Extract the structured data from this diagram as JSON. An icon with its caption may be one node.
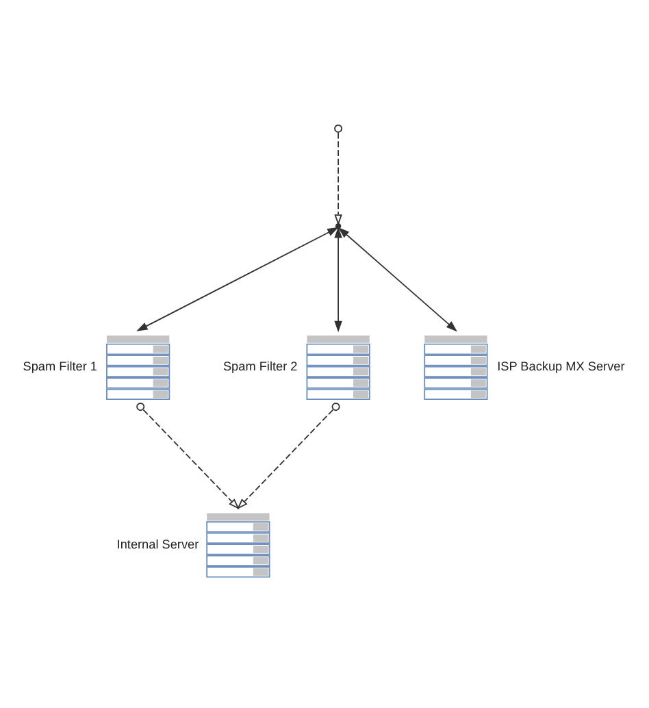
{
  "diagram": {
    "nodes": [
      {
        "text": [],
        "shape": "point"
      },
      {
        "text": [
          "Spam Filter 1"
        ]
      },
      {
        "text": [
          "Spam Filter 2"
        ]
      },
      {
        "text": [
          "ISP Backup MX Server"
        ]
      },
      {
        "text": [
          "Internal Server"
        ]
      }
    ],
    "edges": [
      {
        "from": null,
        "to": 0,
        "arrow": "to",
        "style": "dashed"
      },
      {
        "from": 0,
        "to": 1,
        "arrow": "both"
      },
      {
        "from": 0,
        "to": 2,
        "arrow": "both"
      },
      {
        "from": 0,
        "to": 3,
        "arrow": "both"
      },
      {
        "from": 1,
        "to": 4,
        "arrow": "to",
        "style": "dashed"
      },
      {
        "from": 2,
        "to": 4,
        "arrow": "to",
        "style": "dashed"
      }
    ]
  }
}
